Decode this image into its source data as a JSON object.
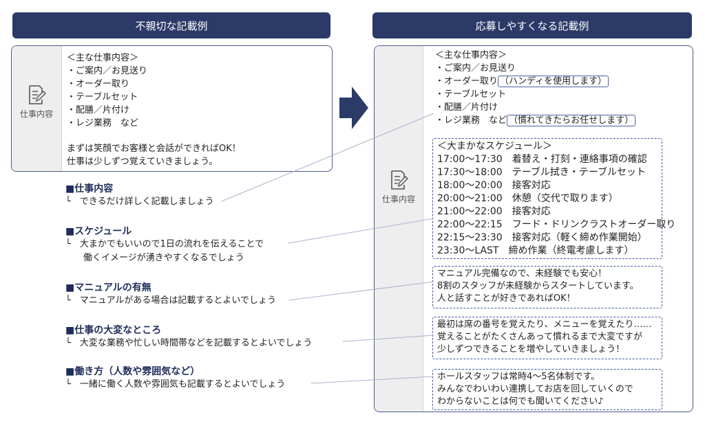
{
  "left": {
    "header": "不親切な記載例",
    "icon_label": "仕事内容",
    "lines": [
      "＜主な仕事内容＞",
      "・ご案内／お見送り",
      "・オーダー取り",
      "・テーブルセット",
      "・配膳／片付け",
      "・レジ業務　など"
    ],
    "closing": [
      "まずは笑顔でお客様と会話ができればOK！",
      "仕事は少しずつ覚えていきましょう。"
    ]
  },
  "right": {
    "header": "応募しやすくなる記載例",
    "icon_label": "仕事内容",
    "duties": [
      {
        "text": "＜主な仕事内容＞",
        "note": ""
      },
      {
        "text": "・ご案内／お見送り",
        "note": ""
      },
      {
        "text": "・オーダー取り",
        "note": "（ハンディを使用します）"
      },
      {
        "text": "・テーブルセット",
        "note": ""
      },
      {
        "text": "・配膳／片付け",
        "note": ""
      },
      {
        "text": "・レジ業務　など",
        "note": "（慣れてきたらお任せします）"
      }
    ],
    "schedule": [
      "＜大まかなスケジュール＞",
      "17:00～17:30　着替え・打刻・連絡事項の確認",
      "17:30～18:00　テーブル拭き・テーブルセット",
      "18:00～20:00　接客対応",
      "20:00～21:00　休憩（交代で取ります）",
      "21:00～22:00　接客対応",
      "22:00～22:15　フード・ドリンクラストオーダー取り",
      "22:15～23:30　接客対応（軽く締め作業開始）",
      "23:30～LAST　締め作業（終電考慮します）"
    ],
    "manual": [
      "マニュアル完備なので、未経験でも安心！",
      "8割のスタッフが未経験からスタートしています。",
      "人と話すことが好きであればOK！"
    ],
    "hardship": [
      "最初は席の番号を覚えたり、メニューを覚えたり……",
      "覚えることがたくさんあって慣れるまで大変ですが",
      "少しずつできることを増やしていきましょう！"
    ],
    "workstyle": [
      "ホールスタッフは常時4～5名体制です。",
      "みんなでわいわい連携してお店を回していくので",
      "わからないことは何でも聞いてください♪"
    ]
  },
  "guides": [
    {
      "title": "■仕事内容",
      "desc": [
        "└　できるだけ詳しく記載しましょう"
      ]
    },
    {
      "title": "■スケジュール",
      "desc": [
        "└　大まかでもいいので1日の流れを伝えることで",
        "　　働くイメージが湧きやすくなるでしょう"
      ]
    },
    {
      "title": "■マニュアルの有無",
      "desc": [
        "└　マニュアルがある場合は記載するとよいでしょう"
      ]
    },
    {
      "title": "■仕事の大変なところ",
      "desc": [
        "└　大変な業務や忙しい時間帯などを記載するとよいでしょう"
      ]
    },
    {
      "title": "■働き方（人数や雰囲気など）",
      "desc": [
        "└　一緒に働く人数や雰囲気も記載するとよいでしょう"
      ]
    }
  ],
  "icons": {
    "panel": "document-pen-icon",
    "arrow": "arrow-right-icon"
  },
  "colors": {
    "header_bg": "#2c3a68",
    "accent": "#3f56a2",
    "guide_title": "#1f2d5a",
    "icon_col": "#eeeeef"
  }
}
